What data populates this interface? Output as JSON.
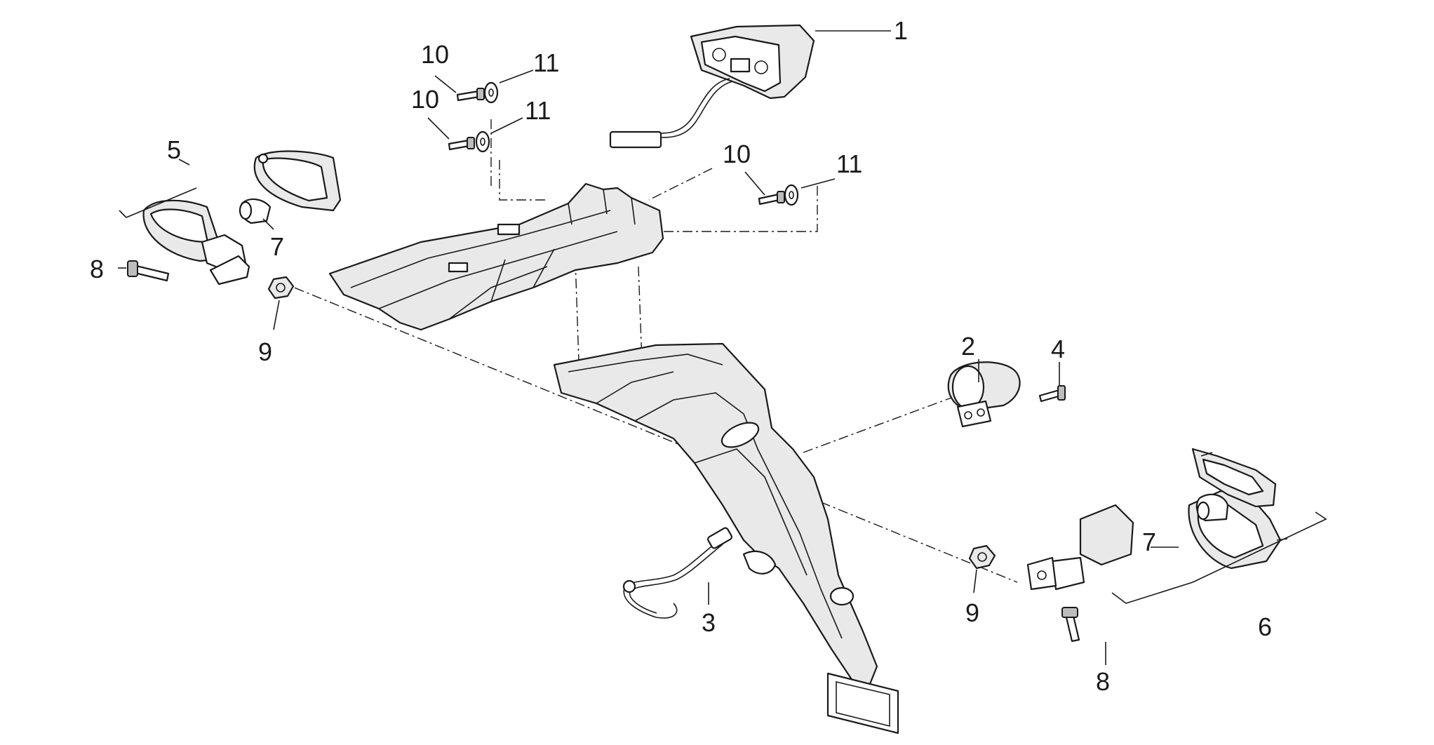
{
  "callouts": [
    {
      "id": "c1",
      "text": "1"
    },
    {
      "id": "c2",
      "text": "2"
    },
    {
      "id": "c3",
      "text": "3"
    },
    {
      "id": "c4",
      "text": "4"
    },
    {
      "id": "c5",
      "text": "5"
    },
    {
      "id": "c6",
      "text": "6"
    },
    {
      "id": "c7a",
      "text": "7"
    },
    {
      "id": "c7b",
      "text": "7"
    },
    {
      "id": "c8a",
      "text": "8"
    },
    {
      "id": "c8b",
      "text": "8"
    },
    {
      "id": "c9a",
      "text": "9"
    },
    {
      "id": "c9b",
      "text": "9"
    },
    {
      "id": "c10a",
      "text": "10"
    },
    {
      "id": "c10b",
      "text": "10"
    },
    {
      "id": "c10c",
      "text": "10"
    },
    {
      "id": "c11a",
      "text": "11"
    },
    {
      "id": "c11b",
      "text": "11"
    },
    {
      "id": "c11c",
      "text": "11"
    }
  ]
}
